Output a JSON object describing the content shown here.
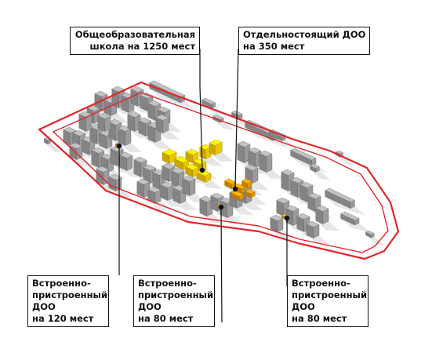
{
  "colors": {
    "boundary": "#e0262b",
    "school": "#ffd600",
    "standalone": "#f5a100",
    "embedded": "#f0a81a",
    "building": "#a9a9ab",
    "leader": "#111111"
  },
  "callouts": {
    "school": {
      "line1": "Общеобразовательная",
      "line2": "школа на 1250 мест"
    },
    "standalone": {
      "line1": "Отдельностоящий ДОО",
      "line2": "на 350 мест"
    },
    "left": {
      "line1": "Встроенно-",
      "line2": "пристроенный",
      "line3": "ДОО",
      "line4": "на 120 мест"
    },
    "mid": {
      "line1": "Встроенно-",
      "line2": "пристроенный",
      "line3": "ДОО",
      "line4": "на 80 мест"
    },
    "right": {
      "line1": "Встроенно-",
      "line2": "пристроенный",
      "line3": "ДОО",
      "line4": "на 80 мест"
    }
  }
}
